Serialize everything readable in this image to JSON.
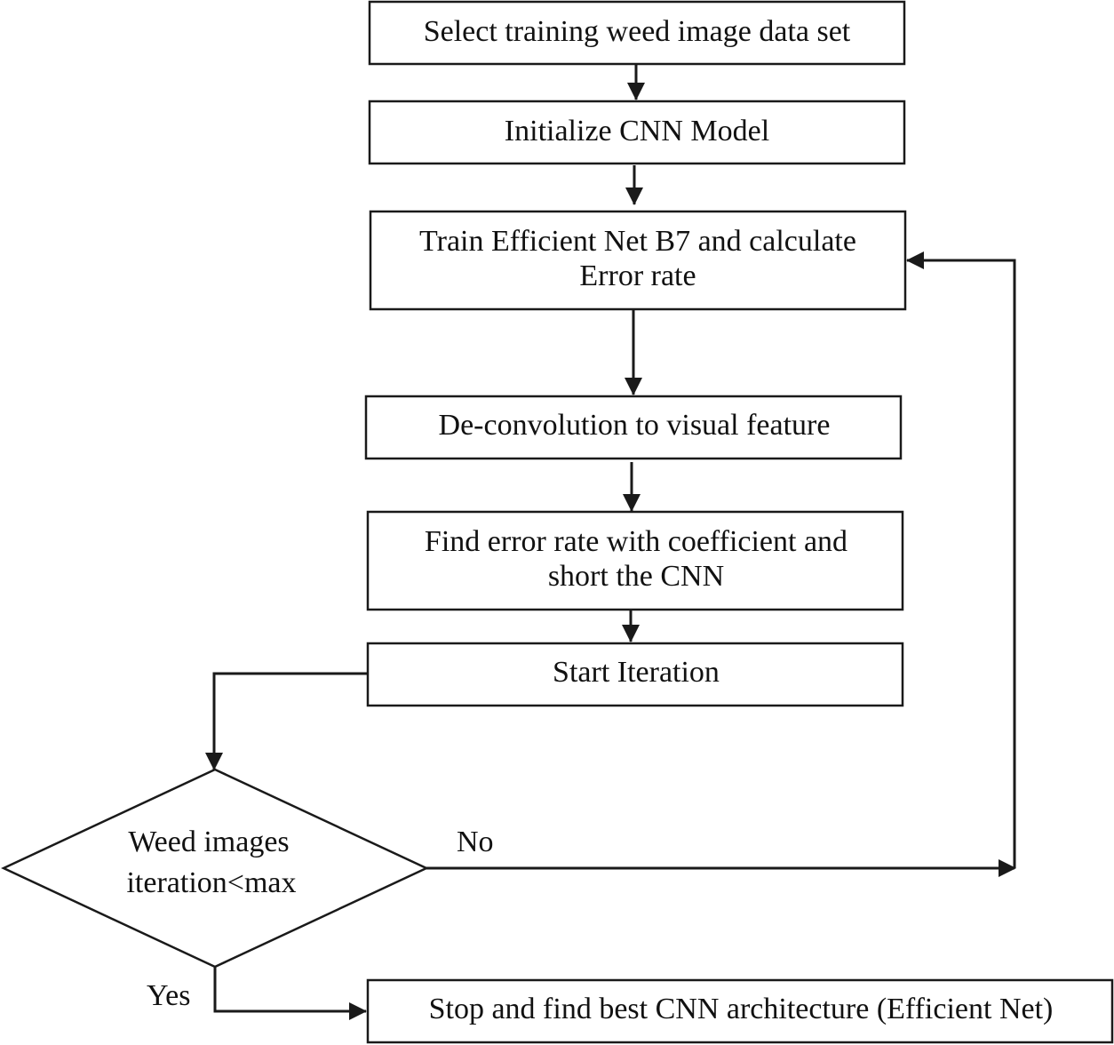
{
  "nodes": {
    "select_dataset": {
      "lines": [
        "Select training weed image data set"
      ]
    },
    "init_cnn": {
      "lines": [
        "Initialize CNN Model"
      ]
    },
    "train_b7": {
      "lines": [
        "Train Efficient Net B7 and calculate",
        "Error rate"
      ]
    },
    "deconvolution": {
      "lines": [
        "De-convolution to visual feature"
      ]
    },
    "find_error": {
      "lines": [
        "Find error rate with coefficient and",
        "short the CNN"
      ]
    },
    "start_iteration": {
      "lines": [
        "Start Iteration"
      ]
    },
    "decision": {
      "lines": [
        "Weed images",
        "iteration<max"
      ]
    },
    "stop": {
      "lines": [
        "Stop and find best CNN architecture (Efficient Net)"
      ]
    }
  },
  "edges": {
    "no_label": "No",
    "yes_label": "Yes"
  },
  "colors": {
    "line": "#1a1a1a",
    "text": "#111111",
    "background": "#ffffff"
  }
}
